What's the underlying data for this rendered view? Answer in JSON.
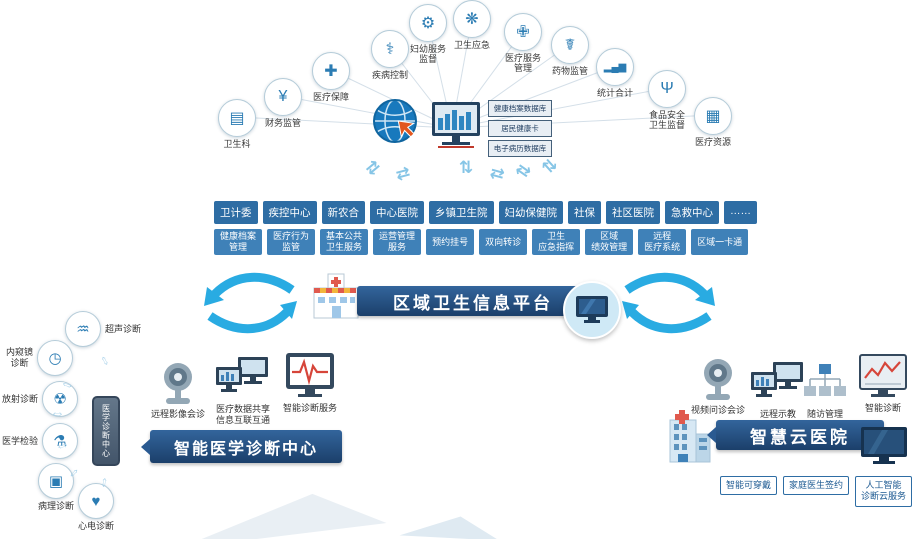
{
  "colors": {
    "accent": "#29abe2",
    "banner_navy": "#1b3f6a",
    "tag_dark_blue": "#2e6da4",
    "tag_light_blue": "#3f81b8"
  },
  "icons": {
    "sync_arrow": "⇄",
    "sync_arrow_vertical": "⇅",
    "double_arrow": "⇔"
  },
  "top_arc": {
    "items": [
      {
        "label": "卫生科",
        "glyph": "▤"
      },
      {
        "label": "财务监管",
        "glyph": "¥"
      },
      {
        "label": "医疗保障",
        "glyph": "✚"
      },
      {
        "label": "疾病控制",
        "glyph": "⚕"
      },
      {
        "label": "妇幼服务\n监督",
        "glyph": "⚙"
      },
      {
        "label": "卫生应急",
        "glyph": "❋"
      },
      {
        "label": "医疗服务\n管理",
        "glyph": "✙"
      },
      {
        "label": "药物监管",
        "glyph": "☤"
      },
      {
        "label": "统计合计",
        "glyph": "▂▄▆"
      },
      {
        "label": "食品安全\n卫生监督",
        "glyph": "Ψ"
      },
      {
        "label": "医疗资源",
        "glyph": "▦"
      }
    ]
  },
  "hub": {
    "databases": [
      "健康档案数据库",
      "居民健康卡",
      "电子病历数据库"
    ]
  },
  "org_tags": [
    "卫计委",
    "疾控中心",
    "新农合",
    "中心医院",
    "乡镇卫生院",
    "妇幼保健院",
    "社保",
    "社区医院",
    "急救中心",
    "……"
  ],
  "service_tags": [
    "健康档案\n管理",
    "医疗行为\n监管",
    "基本公共\n卫生服务",
    "运营管理\n服务",
    "预约挂号",
    "双向转诊",
    "卫生\n应急指挥",
    "区域\n绩效管理",
    "远程\n医疗系统",
    "区域一卡通"
  ],
  "platform": {
    "title": "区域卫生信息平台"
  },
  "left": {
    "title": "智能医学诊断中心",
    "device": "医学诊断中心",
    "satellites": [
      {
        "label": "超声诊断",
        "glyph": "♒"
      },
      {
        "label": "内窥镜\n诊断",
        "glyph": "◷"
      },
      {
        "label": "放射诊断",
        "glyph": "☢"
      },
      {
        "label": "医学检验",
        "glyph": "⚗"
      },
      {
        "label": "病理诊断",
        "glyph": "▣"
      },
      {
        "label": "心电诊断",
        "glyph": "♥"
      }
    ],
    "services": [
      "远程影像会诊",
      "医疗数据共享\n信息互联互通",
      "智能诊断服务"
    ]
  },
  "right": {
    "title": "智慧云医院",
    "services": [
      "视频问诊会诊",
      "远程示教",
      "随访管理",
      "智能诊断"
    ],
    "buttons": [
      "智能可穿戴",
      "家庭医生签约",
      "人工智能\n诊断云服务"
    ]
  }
}
